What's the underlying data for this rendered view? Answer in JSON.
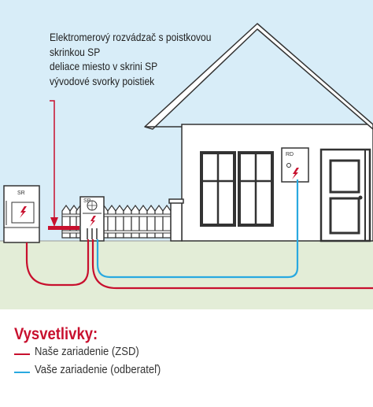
{
  "callout": {
    "line1": "Elektromerový rozvádzač s poistkovou",
    "line2": "skrinkou SP",
    "line3": "deliace miesto v skrini SP",
    "line4": "vývodové svorky poistiek"
  },
  "labels": {
    "sr": "SR",
    "rd": "RD",
    "sp": "SP"
  },
  "legend": {
    "title": "Vysvetlivky:",
    "items": [
      {
        "label": "Naše zariadenie (ZSD)",
        "color": "#c8102e"
      },
      {
        "label": "Vaše zariadenie (odberateľ)",
        "color": "#29a9e0"
      }
    ]
  },
  "colors": {
    "ours": "#c8102e",
    "yours": "#29a9e0",
    "sky": "#d8edf8",
    "ground": "#e3edd7"
  }
}
